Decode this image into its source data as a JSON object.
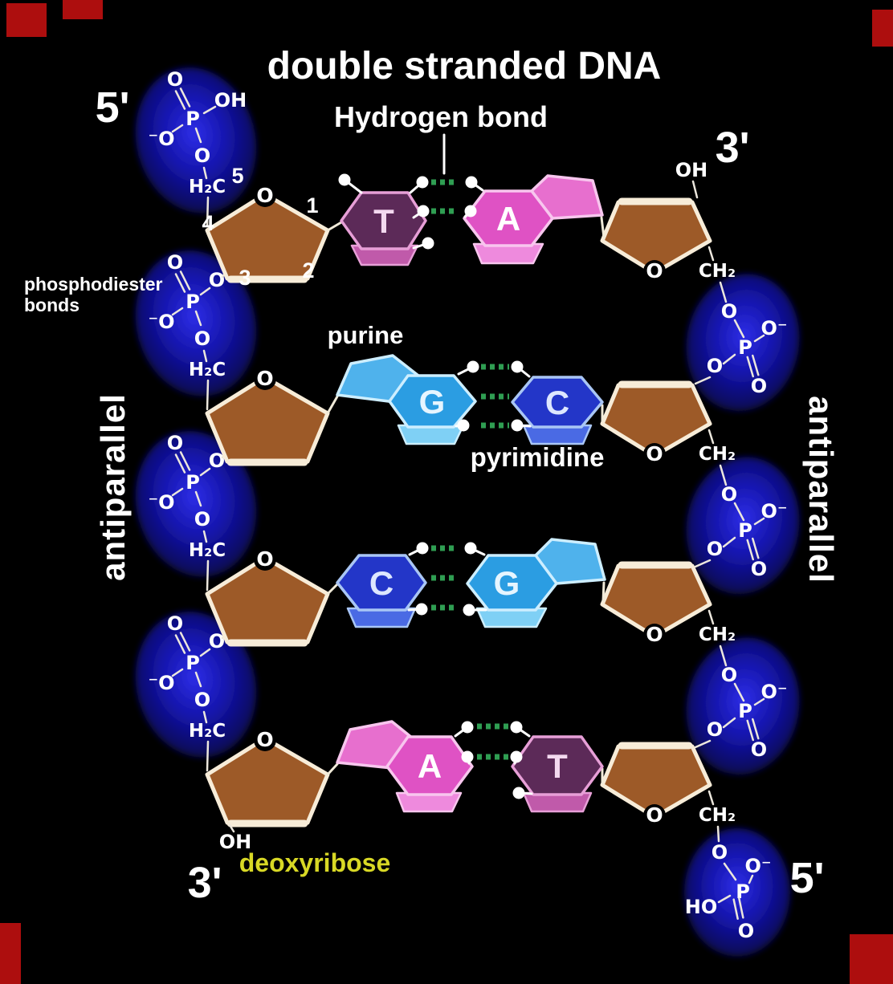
{
  "title": "double stranded DNA",
  "annotations": {
    "hydrogen_bond": "Hydrogen bond",
    "phosphodiester_line1": "phosphodiester",
    "phosphodiester_line2": "bonds",
    "antiparallel_left": "antiparallel",
    "antiparallel_right": "antiparallel",
    "purine": "purine",
    "pyrimidine": "pyrimidine",
    "deoxyribose": "deoxyribose"
  },
  "terminals": {
    "top_left": "5'",
    "top_right": "3'",
    "bottom_left": "3'",
    "bottom_right": "5'",
    "oh_top_right": "OH",
    "oh_bottom_left": "OH"
  },
  "atoms": {
    "O": "O",
    "P": "P",
    "OH": "OH",
    "HO": "HO",
    "O_minus_left": "⁻O",
    "O_minus_right": "O⁻",
    "H2C": "H₂C",
    "CH2": "CH₂"
  },
  "sugar_numbers": [
    "1",
    "2",
    "3",
    "4",
    "5"
  ],
  "base_pairs": [
    {
      "left": "T",
      "right": "A",
      "left_type": "pyrimidine",
      "right_type": "purine",
      "hydrogen_bonds": 2
    },
    {
      "left": "G",
      "right": "C",
      "left_type": "purine",
      "right_type": "pyrimidine",
      "hydrogen_bonds": 3
    },
    {
      "left": "C",
      "right": "G",
      "left_type": "pyrimidine",
      "right_type": "purine",
      "hydrogen_bonds": 3
    },
    {
      "left": "A",
      "right": "T",
      "left_type": "purine",
      "right_type": "pyrimidine",
      "hydrogen_bonds": 2
    }
  ],
  "colors": {
    "background": "#000000",
    "phosphate_core": "#2e2ee8",
    "phosphate_mid": "#1515ac",
    "phosphate_edge": "#04042a",
    "sugar_fill": "#9d5a28",
    "sugar_outline": "#f7ecd8",
    "base_T": "#5c2a58",
    "base_A": "#df52c4",
    "base_G": "#2b9de2",
    "base_C": "#2336c8",
    "hydrogen_bond_dots": "#2f9e52",
    "deoxyribose_text": "#d8d825",
    "text": "#ffffff",
    "artifact_red": "#c01010"
  }
}
